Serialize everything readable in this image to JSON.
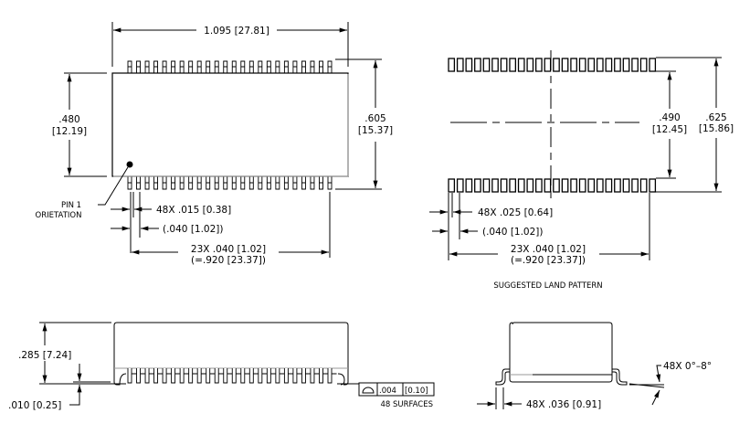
{
  "top_view": {
    "overall_length": [
      "1.095",
      "[27.81]"
    ],
    "body_width": [
      ".480",
      "[12.19]"
    ],
    "lead_span": [
      ".605",
      "[15.37]"
    ],
    "pin1_label": [
      "PIN  1",
      "ORIETATION"
    ],
    "lead_width": "48X  .015  [0.38]",
    "pitch_ref": "(.040  [1.02])",
    "pitch_total": [
      "23X  .040  [1.02]",
      "(=.920  [23.37])"
    ],
    "pins_per_side": 24
  },
  "land_pattern": {
    "inner_span": [
      ".490",
      "[12.45]"
    ],
    "outer_span": [
      ".625",
      "[15.86]"
    ],
    "pad_width": "48X  .025  [0.64]",
    "pitch_ref": "(.040  [1.02])",
    "pitch_total": [
      "23X  .040  [1.02]",
      "(=.920  [23.37])"
    ],
    "caption": "SUGGESTED  LAND  PATTERN",
    "pads_per_side": 24
  },
  "side_view": {
    "height": ".285  [7.24]",
    "standoff": ".010  [0.25]",
    "coplanarity": {
      "symbol": "profile-of-surface-icon",
      "value": ".004",
      "metric": "[0.10]",
      "note": "48  SURFACES"
    }
  },
  "end_view": {
    "foot_length": "48X  .036  [0.91]",
    "foot_angle": "48X  0°–8°"
  }
}
